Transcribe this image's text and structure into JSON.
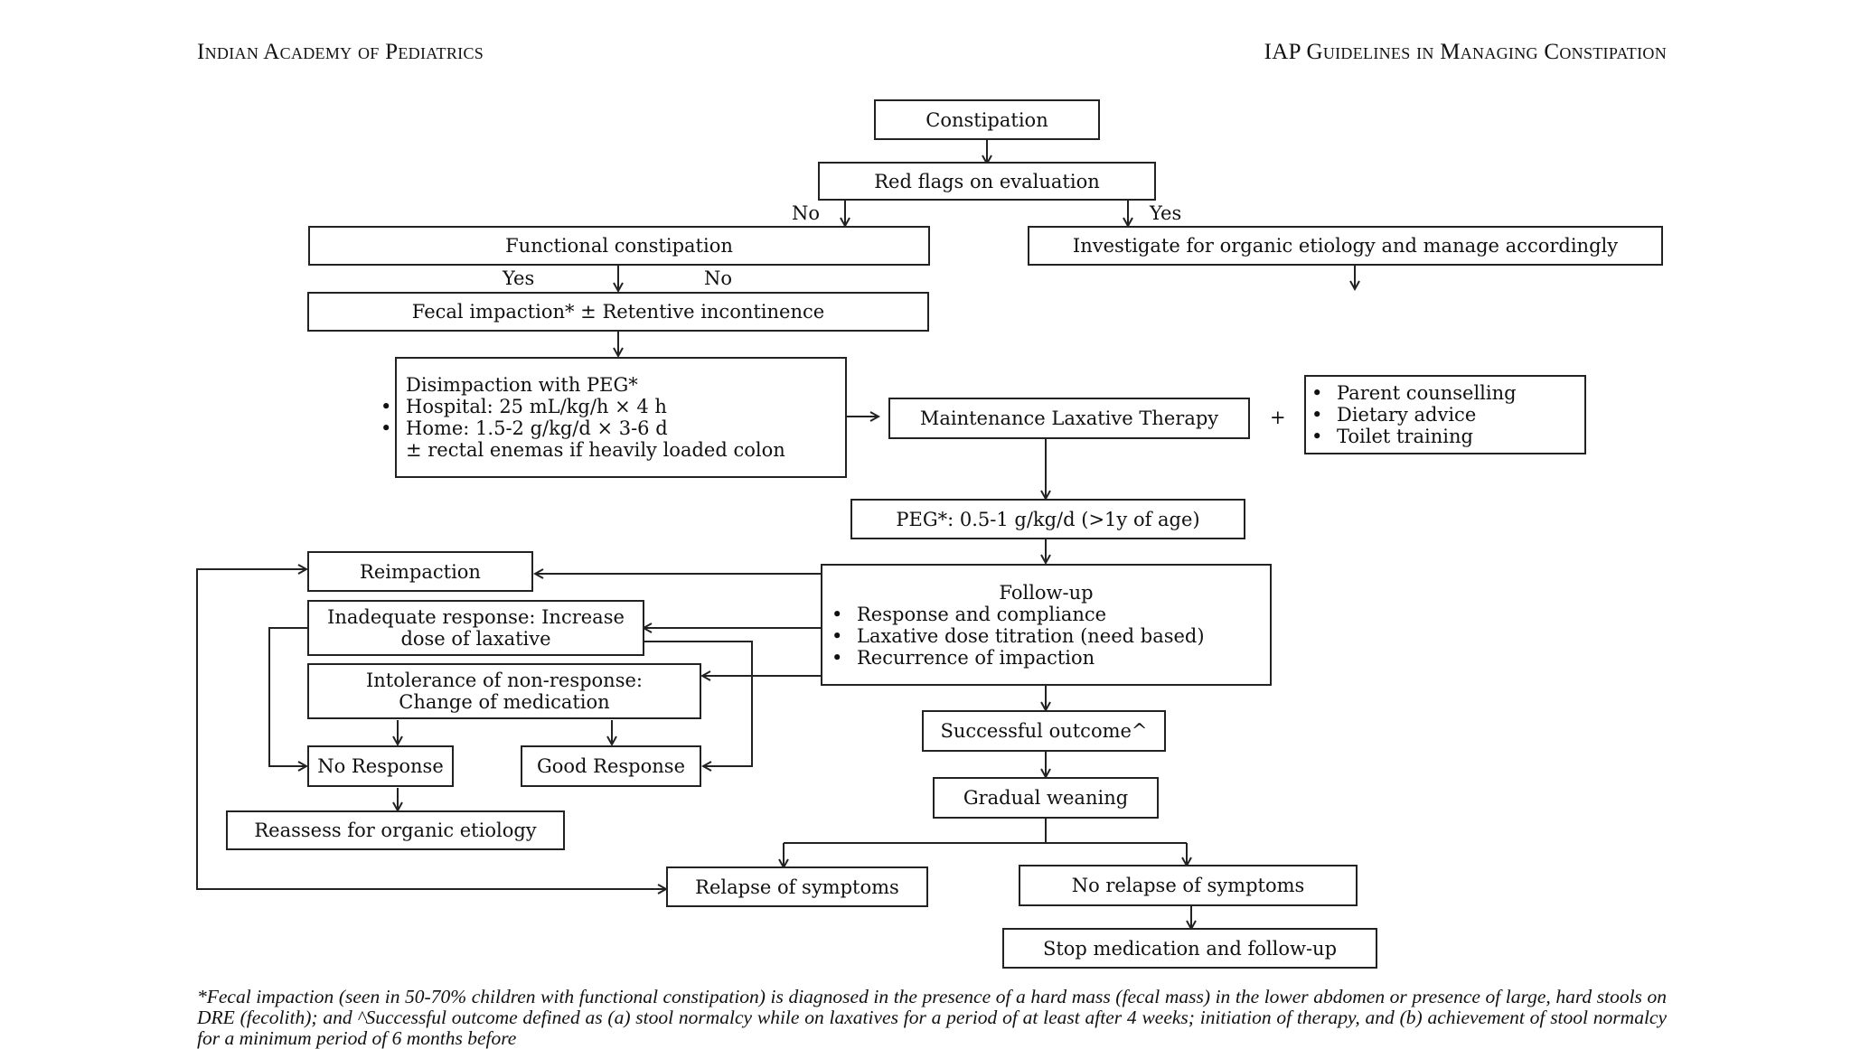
{
  "header": {
    "left": "Indian Academy of Pediatrics",
    "right": "IAP Guidelines in Managing Constipation"
  },
  "flowchart": {
    "constipation": "Constipation",
    "red_flags": "Red flags on evaluation",
    "no_label_1": "No",
    "yes_label_1": "Yes",
    "functional": "Functional constipation",
    "investigate": "Investigate for organic etiology and manage accordingly",
    "yes_label_2": "Yes",
    "no_label_2": "No",
    "fecal_impaction": "Fecal impaction* ± Retentive incontinence",
    "disimpaction": {
      "title": "Disimpaction with PEG*",
      "items": [
        "Hospital: 25 mL/kg/h × 4 h",
        "Home: 1.5-2 g/kg/d × 3-6 d"
      ],
      "footer": "± rectal enemas if heavily loaded colon"
    },
    "maintenance": "Maintenance Laxative Therapy",
    "plus": "+",
    "supportive": [
      "Parent counselling",
      "Dietary advice",
      "Toilet training"
    ],
    "peg_dose": "PEG*: 0.5-1 g/kg/d (>1y of age)",
    "followup": {
      "title": "Follow-up",
      "items": [
        "Response and compliance",
        "Laxative dose titration (need based)",
        "Recurrence of impaction"
      ]
    },
    "reimpaction": "Reimpaction",
    "inadequate": [
      "Inadequate response: Increase",
      "dose of laxative"
    ],
    "intolerance": [
      "Intolerance of non-response:",
      "Change of medication"
    ],
    "no_response": "No Response",
    "good_response": "Good Response",
    "reassess": "Reassess for organic etiology",
    "successful": "Successful outcome^",
    "weaning": "Gradual weaning",
    "relapse": "Relapse of symptoms",
    "no_relapse": "No relapse of symptoms",
    "stop": "Stop medication and follow-up"
  },
  "footnote": "*Fecal impaction (seen in 50-70% children with functional constipation) is diagnosed in the presence of a hard mass (fecal mass) in the lower abdomen or presence of large, hard stools on DRE (fecolith); and ^Successful outcome defined as (a) stool normalcy while on laxatives for a period of at least after 4 weeks; initiation of therapy, and (b) achievement of stool normalcy for a minimum period of 6 months before"
}
